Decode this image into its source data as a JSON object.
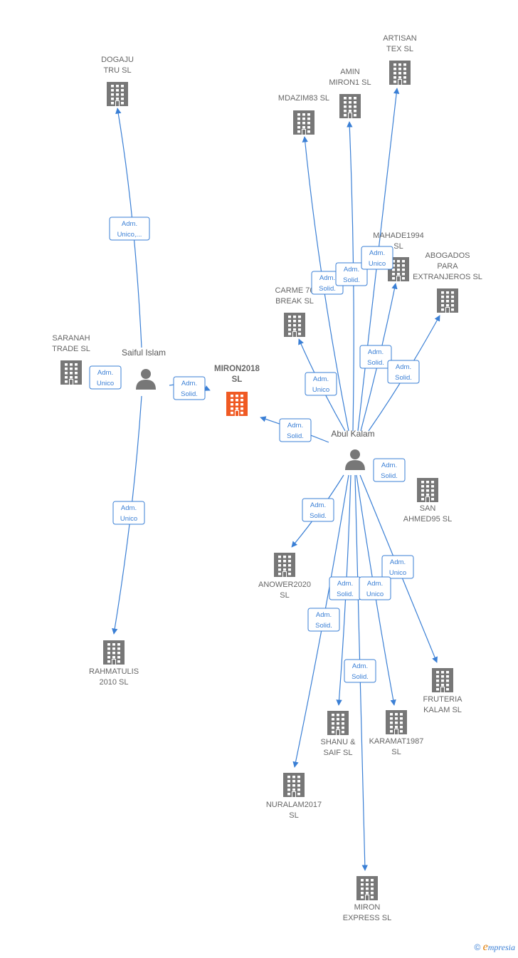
{
  "colors": {
    "edge": "#3a7fd5",
    "building": "#777777",
    "center_building": "#f05a23",
    "person": "#777777"
  },
  "center": {
    "id": "miron2018",
    "label": [
      "MIRON2018",
      "SL"
    ]
  },
  "persons": [
    {
      "id": "saiful",
      "label": "Saiful Islam"
    },
    {
      "id": "abul",
      "label": "Abul Kalam"
    }
  ],
  "companies": [
    {
      "id": "dogaju",
      "label": [
        "DOGAJU",
        "TRU SL"
      ]
    },
    {
      "id": "saranah",
      "label": [
        "SARANAH",
        "TRADE SL"
      ]
    },
    {
      "id": "rahmatulis",
      "label": [
        "RAHMATULIS",
        "2010 SL"
      ]
    },
    {
      "id": "artisan",
      "label": [
        "ARTISAN",
        "TEX  SL"
      ]
    },
    {
      "id": "amin",
      "label": [
        "AMIN",
        "MIRON1  SL"
      ]
    },
    {
      "id": "mdazim",
      "label": [
        "MDAZIM83  SL"
      ]
    },
    {
      "id": "mahade",
      "label": [
        "MAHADE1994",
        "SL"
      ]
    },
    {
      "id": "abogados",
      "label": [
        "ABOGADOS",
        "PARA",
        "EXTRANJEROS SL"
      ]
    },
    {
      "id": "carme",
      "label": [
        "CARME 76",
        "BREAK  SL"
      ]
    },
    {
      "id": "sanahmed",
      "label": [
        "SAN",
        "AHMED95  SL"
      ]
    },
    {
      "id": "anower",
      "label": [
        "ANOWER2020",
        "SL"
      ]
    },
    {
      "id": "fruteria",
      "label": [
        "FRUTERIA",
        "KALAM  SL"
      ]
    },
    {
      "id": "shanu",
      "label": [
        "SHANU &",
        "SAIF  SL"
      ]
    },
    {
      "id": "karamat",
      "label": [
        "KARAMAT1987",
        "SL"
      ]
    },
    {
      "id": "nuralam",
      "label": [
        "NURALAM2017",
        "SL"
      ]
    },
    {
      "id": "mironexpress",
      "label": [
        "MIRON",
        "EXPRESS  SL"
      ]
    }
  ],
  "edges": [
    {
      "from": "saiful",
      "to": "dogaju",
      "label": [
        "Adm.",
        "Unico,..."
      ]
    },
    {
      "from": "saiful",
      "to": "saranah",
      "label": [
        "Adm.",
        "Unico"
      ]
    },
    {
      "from": "saiful",
      "to": "rahmatulis",
      "label": [
        "Adm.",
        "Unico"
      ]
    },
    {
      "from": "saiful",
      "to": "miron2018",
      "label": [
        "Adm.",
        "Solid."
      ]
    },
    {
      "from": "abul",
      "to": "miron2018",
      "label": [
        "Adm.",
        "Solid."
      ]
    },
    {
      "from": "abul",
      "to": "mdazim",
      "label": [
        "Adm.",
        "Solid."
      ]
    },
    {
      "from": "abul",
      "to": "amin",
      "label": [
        "Adm.",
        "Solid."
      ]
    },
    {
      "from": "abul",
      "to": "artisan",
      "label": [
        "Adm.",
        "Unico"
      ]
    },
    {
      "from": "abul",
      "to": "mahade",
      "label": [
        "Adm.",
        "Solid."
      ]
    },
    {
      "from": "abul",
      "to": "abogados",
      "label": [
        "Adm.",
        "Solid."
      ]
    },
    {
      "from": "abul",
      "to": "carme",
      "label": [
        "Adm.",
        "Unico"
      ]
    },
    {
      "from": "abul",
      "to": "sanahmed",
      "label": [
        "Adm.",
        "Solid."
      ]
    },
    {
      "from": "abul",
      "to": "anower",
      "label": [
        "Adm.",
        "Solid."
      ]
    },
    {
      "from": "abul",
      "to": "fruteria",
      "label": [
        "Adm.",
        "Unico"
      ]
    },
    {
      "from": "abul",
      "to": "shanu",
      "label": [
        "Adm.",
        "Solid."
      ]
    },
    {
      "from": "abul",
      "to": "karamat",
      "label": [
        "Adm.",
        "Unico"
      ]
    },
    {
      "from": "abul",
      "to": "nuralam",
      "label": [
        "Adm.",
        "Solid."
      ]
    },
    {
      "from": "abul",
      "to": "mironexpress",
      "label": [
        "Adm.",
        "Solid."
      ]
    }
  ],
  "footer": {
    "copyright": "©",
    "brand_initial": "e",
    "brand_rest": "mpresia"
  }
}
